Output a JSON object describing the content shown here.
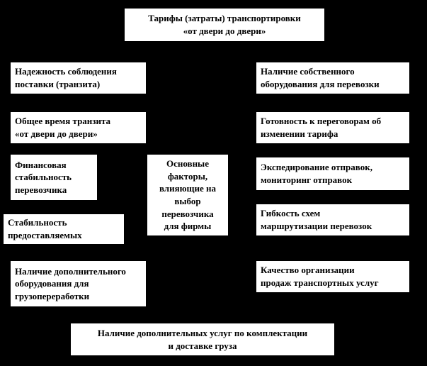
{
  "diagram": {
    "title": "Основные факторы, влияющие на выбор перевозчика для фирмы",
    "colors": {
      "background": "#000000",
      "box_fill": "#ffffff",
      "text": "#000000"
    },
    "nodes": {
      "tariffs": {
        "text": "Тарифы (затраты) транспортировки\n«от двери до двери»"
      },
      "reliability": {
        "text": "Надежность соблюдения\nпоставки (транзита)"
      },
      "transit_time": {
        "text": "Общее время транзита\n«от двери до двери»"
      },
      "financial": {
        "text": "Финансовая\nстабильность\nперевозчика"
      },
      "stability": {
        "text": "Стабильность\nпредоставляемых"
      },
      "extra_equipment": {
        "text": "Наличие дополнительного\nоборудования для\nгрузопереработки"
      },
      "factors": {
        "text": "Основные\nфакторы,\nвлияющие на\nвыбор\nперевозчика\nдля фирмы"
      },
      "own_equipment": {
        "text": "Наличие собственного\nоборудования для перевозки"
      },
      "negotiation": {
        "text": "Готовность к переговорам об\nизменении тарифа"
      },
      "forwarding": {
        "text": "Экспедирование отправок,\nмониторинг отправок"
      },
      "routing": {
        "text": "Гибкость схем\nмаршрутизации перевозок"
      },
      "sales_quality": {
        "text": "Качество организации\nпродаж транспортных услуг"
      },
      "extra_services": {
        "text": "Наличие дополнительных услуг по комплектации\nи доставке груза"
      }
    }
  }
}
